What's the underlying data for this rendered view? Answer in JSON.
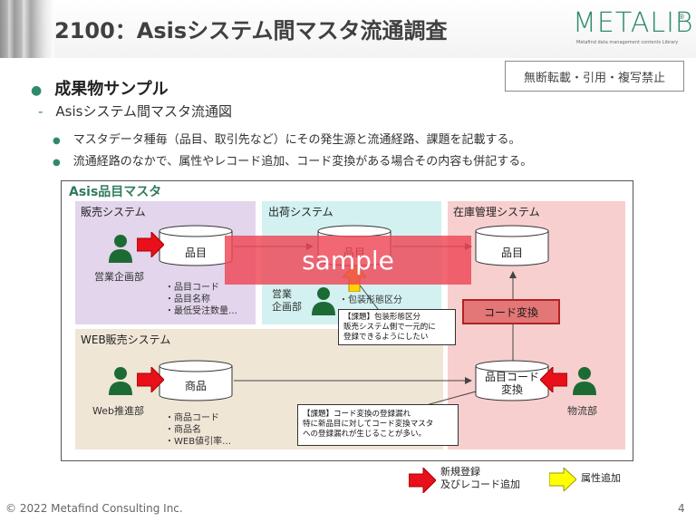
{
  "header": {
    "title": "2100：Asisシステム間マスタ流通調査",
    "logo_text": "METALIB",
    "logo_reg": "®",
    "logo_sub": "Metafind data management contents Library",
    "notice": "無断転載・引用・複写禁止"
  },
  "content": {
    "bullet1": "成果物サンプル",
    "bullet2": "Asisシステム間マスタ流通図",
    "bullet3": "マスタデータ種毎（品目、取引先など）にその発生源と流通経路、課題を記載する。",
    "bullet4": "流通経路のなかで、属性やレコード追加、コード変換がある場合その内容も併記する。"
  },
  "diagram": {
    "title": "Asis品目マスタ",
    "zones": {
      "sales": "販売システム",
      "shipping": "出荷システム",
      "inventory": "在庫管理システム",
      "web": "WEB販売システム"
    },
    "stores": {
      "sales_item": "品目",
      "shipping_item": "品目",
      "inventory_item": "品目",
      "web_product": "商品",
      "code_conv_line1": "品目コード",
      "code_conv_line2": "変換"
    },
    "depts": {
      "sales_planning": "営業企画部",
      "shipping_planning_1": "営業",
      "shipping_planning_2": "企画部",
      "web_promo": "Web推進部",
      "logistics": "物流部"
    },
    "attrs": {
      "sales_1": "・品目コード",
      "sales_2": "・品目名称",
      "sales_3": "・最低受注数量…",
      "shipping_1": "・包装形態区分",
      "web_1": "・商品コード",
      "web_2": "・商品名",
      "web_3": "・WEB値引率…"
    },
    "callout1": {
      "line1": "【課題】包装形態区分",
      "line2": "販売システム側で一元的に",
      "line3": "登録できるようにしたい"
    },
    "callout2": {
      "line1": "【課題】コード変換の登録漏れ",
      "line2": "特に新品目に対してコード変換マスタ",
      "line3": "への登録漏れが生じることが多い。"
    },
    "code_conversion": "コード変換",
    "sample": "sample"
  },
  "legend": {
    "new_line1": "新規登録",
    "new_line2": "及びレコード追加",
    "attr_add": "属性追加"
  },
  "footer": {
    "copyright": "© 2022 Metafind Consulting Inc.",
    "page": "4"
  },
  "colors": {
    "accent": "#2f8a6a",
    "sales_zone": "#e2d5ec",
    "shipping_zone": "#d3f1f1",
    "inventory_zone": "#f7cfcf",
    "web_zone": "#f0e6d6",
    "red_arrow": "#e8101a",
    "yellow_arrow": "#ffff00"
  }
}
